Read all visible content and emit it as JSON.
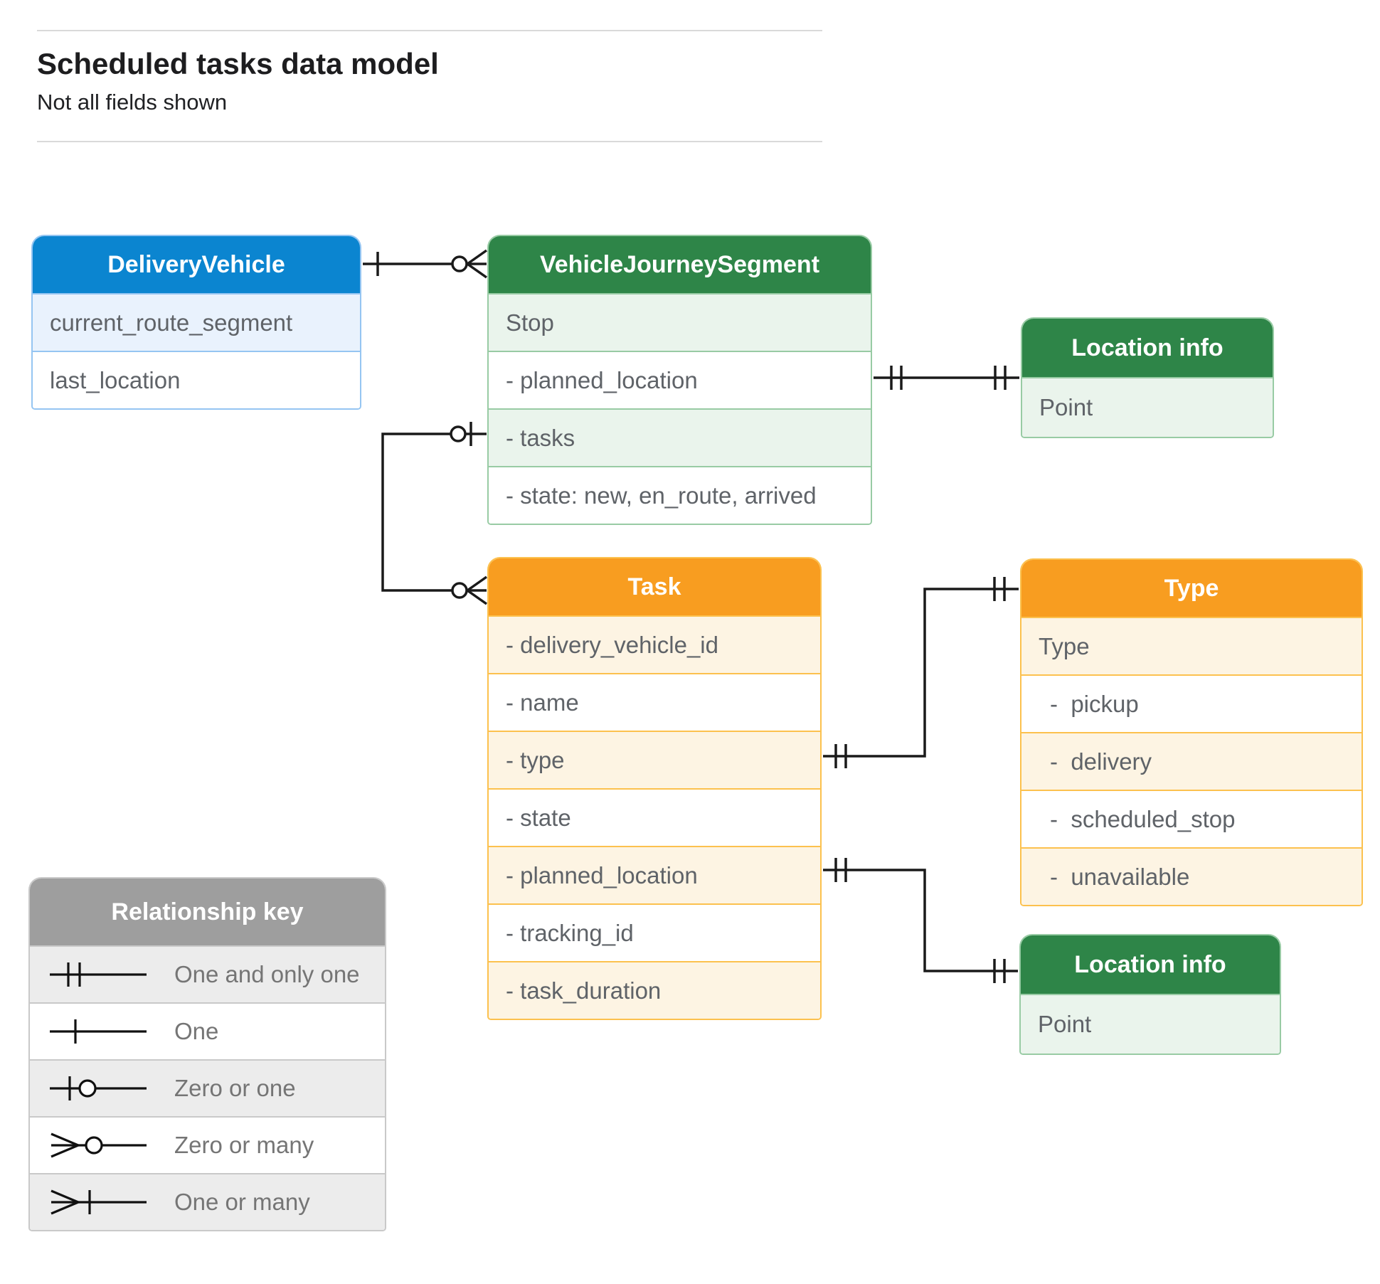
{
  "page": {
    "title": "Scheduled tasks data model",
    "subtitle": "Not all fields shown"
  },
  "entities": {
    "delivery_vehicle": {
      "title": "DeliveryVehicle",
      "rows": [
        "current_route_segment",
        "last_location"
      ]
    },
    "vehicle_journey_segment": {
      "title": "VehicleJourneySegment",
      "rows": [
        "Stop",
        "- planned_location",
        "- tasks",
        "- state: new, en_route, arrived"
      ]
    },
    "location_info_top": {
      "title": "Location info",
      "rows": [
        "Point"
      ]
    },
    "task": {
      "title": "Task",
      "rows": [
        "- delivery_vehicle_id",
        "- name",
        "- type",
        "- state",
        "- planned_location",
        "- tracking_id",
        "- task_duration"
      ]
    },
    "type": {
      "title": "Type",
      "rows": [
        "Type",
        "-  pickup",
        "-  delivery",
        "-  scheduled_stop",
        "-  unavailable"
      ]
    },
    "location_info_bottom": {
      "title": "Location info",
      "rows": [
        "Point"
      ]
    }
  },
  "legend": {
    "title": "Relationship key",
    "items": [
      {
        "label": "One and only one",
        "symbol": "one-and-only-one-symbol"
      },
      {
        "label": "One",
        "symbol": "one-symbol"
      },
      {
        "label": "Zero or one",
        "symbol": "zero-or-one-symbol"
      },
      {
        "label": "Zero or many",
        "symbol": "zero-or-many-symbol"
      },
      {
        "label": "One or many",
        "symbol": "one-or-many-symbol"
      }
    ]
  },
  "relationships": [
    {
      "from": "DeliveryVehicle",
      "to": "VehicleJourneySegment",
      "from_cardinality": "one",
      "to_cardinality": "zero-or-many"
    },
    {
      "from": "VehicleJourneySegment.planned_location",
      "to": "Location info (top)",
      "from_cardinality": "one-and-only-one",
      "to_cardinality": "one-and-only-one"
    },
    {
      "from": "VehicleJourneySegment.tasks",
      "to": "Task",
      "from_cardinality": "zero-or-one",
      "to_cardinality": "zero-or-many"
    },
    {
      "from": "Task.type",
      "to": "Type",
      "from_cardinality": "one-and-only-one",
      "to_cardinality": "one-and-only-one"
    },
    {
      "from": "Task.planned_location",
      "to": "Location info (bottom)",
      "from_cardinality": "one-and-only-one",
      "to_cardinality": "one-and-only-one"
    }
  ],
  "colors": {
    "blue_header": "#0b85d0",
    "blue_light": "#e9f2fd",
    "green_header": "#2e8548",
    "green_light": "#eaf4ec",
    "orange_header": "#f89d20",
    "orange_light": "#fdf4e3",
    "gray_header": "#9e9e9e",
    "gray_light": "#ececec",
    "field_text": "#5f6368",
    "connector": "#1a1a1a"
  }
}
